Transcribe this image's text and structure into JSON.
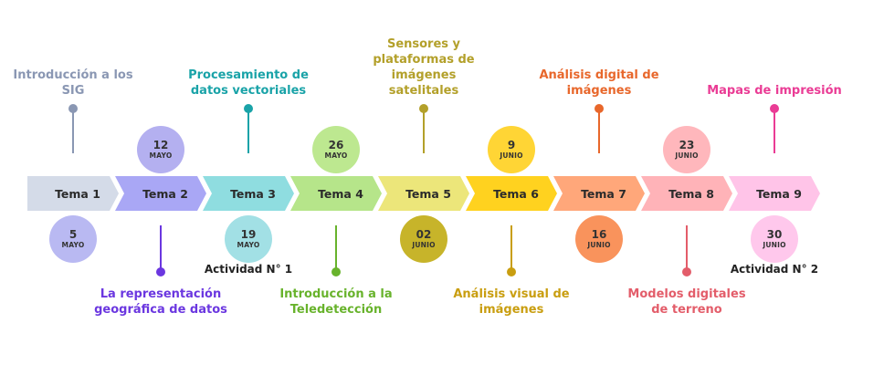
{
  "temas": [
    {
      "label": "Tema 1",
      "color": "#d4dbe8",
      "date": {
        "day": "5",
        "month": "MAYO",
        "color": "#b9b9f2",
        "position": "below"
      },
      "topic": {
        "text": "Introducción a los SIG",
        "color": "#8a97b3",
        "position": "above"
      },
      "activity": ""
    },
    {
      "label": "Tema 2",
      "color": "#a9a7f5",
      "date": {
        "day": "12",
        "month": "MAYO",
        "color": "#b4b0f0",
        "position": "above"
      },
      "topic": {
        "text": "La representación geográfica de datos",
        "color": "#6b37e0",
        "position": "below"
      },
      "activity": ""
    },
    {
      "label": "Tema 3",
      "color": "#8fdde0",
      "date": {
        "day": "19",
        "month": "MAYO",
        "color": "#a2e0e5",
        "position": "below"
      },
      "topic": {
        "text": "Procesamiento de datos vectoriales",
        "color": "#1aa3a8",
        "position": "above"
      },
      "activity": "Actividad N° 1"
    },
    {
      "label": "Tema 4",
      "color": "#b6e58a",
      "date": {
        "day": "26",
        "month": "MAYO",
        "color": "#bde890",
        "position": "above"
      },
      "topic": {
        "text": "Introducción a la Teledetección",
        "color": "#68b32c",
        "position": "below"
      },
      "activity": ""
    },
    {
      "label": "Tema 5",
      "color": "#ece67a",
      "date": {
        "day": "02",
        "month": "JUNIO",
        "color": "#c7b42a",
        "position": "below"
      },
      "topic": {
        "text": "Sensores y plataformas de imágenes satelitales",
        "color": "#b3a02a",
        "position": "above"
      },
      "activity": ""
    },
    {
      "label": "Tema 6",
      "color": "#ffd21f",
      "date": {
        "day": "9",
        "month": "JUNIO",
        "color": "#ffd535",
        "position": "above"
      },
      "topic": {
        "text": "Análisis visual de imágenes",
        "color": "#c99e10",
        "position": "below"
      },
      "activity": ""
    },
    {
      "label": "Tema 7",
      "color": "#ffa77a",
      "date": {
        "day": "16",
        "month": "JUNIO",
        "color": "#f9935c",
        "position": "below"
      },
      "topic": {
        "text": "Análisis digital de imágenes",
        "color": "#e8672b",
        "position": "above"
      },
      "activity": ""
    },
    {
      "label": "Tema 8",
      "color": "#ffb3b8",
      "date": {
        "day": "23",
        "month": "JUNIO",
        "color": "#ffb7bc",
        "position": "above"
      },
      "topic": {
        "text": "Modelos digitales de terreno",
        "color": "#e35d6a",
        "position": "below"
      },
      "activity": ""
    },
    {
      "label": "Tema 9",
      "color": "#ffc4e8",
      "date": {
        "day": "30",
        "month": "JUNIO",
        "color": "#ffc8ec",
        "position": "below"
      },
      "topic": {
        "text": "Mapas de impresión",
        "color": "#ea3c95",
        "position": "above"
      },
      "activity": "Actividad N° 2"
    }
  ]
}
